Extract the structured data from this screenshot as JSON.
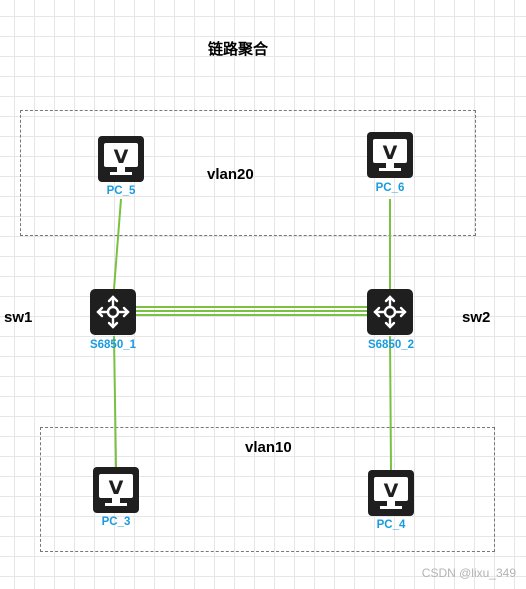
{
  "title": "链路聚合",
  "groups": {
    "vlan20": "vlan20",
    "vlan10": "vlan10"
  },
  "switch_names": {
    "left": "sw1",
    "right": "sw2"
  },
  "devices": {
    "pc5": "PC_5",
    "pc6": "PC_6",
    "pc3": "PC_3",
    "pc4": "PC_4",
    "sw_left": "S6850_1",
    "sw_right": "S6850_2"
  },
  "colors": {
    "link": "#7ac143",
    "device_label": "#1a9be0",
    "icon_bg": "#1f1f1f",
    "dash": "#777777"
  },
  "watermark": "CSDN @lixu_349"
}
